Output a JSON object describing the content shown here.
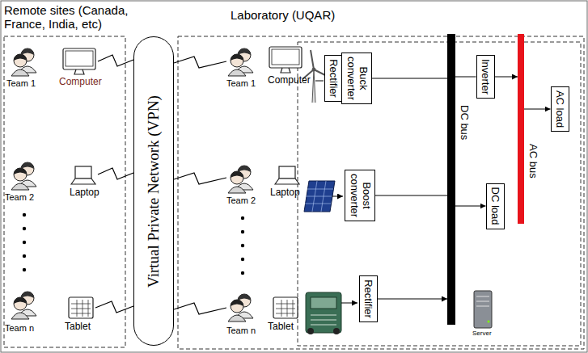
{
  "diagram": {
    "nodes": [
      {
        "text": [
          "Remote sites (Canada, France, India, etc)"
        ]
      },
      {
        "text": [
          "Laboratory (UQAR)"
        ]
      },
      {
        "text": [
          "Virtual Private Network (VPN)"
        ]
      },
      {
        "text": [
          "Rectifier"
        ],
        "in": 1
      },
      {
        "text": [
          "Buck converter"
        ],
        "in": 1
      },
      {
        "text": [
          "DC bus"
        ],
        "in": 1
      },
      {
        "text": [
          "Inverter"
        ],
        "in": 1
      },
      {
        "text": [
          "AC bus"
        ],
        "in": 1
      },
      {
        "text": [
          "AC load"
        ],
        "in": 1
      },
      {
        "text": [
          "Boost converter"
        ],
        "in": 1
      },
      {
        "text": [
          "DC load"
        ],
        "in": 1
      },
      {
        "text": [
          "Rectifier"
        ],
        "in": 1
      }
    ],
    "edges": [
      {
        "from": 4,
        "to": 5,
        "arrow": "none"
      },
      {
        "from": 5,
        "to": 6,
        "arrow": "none"
      },
      {
        "from": 6,
        "to": 7,
        "arrow": "to"
      },
      {
        "from": 7,
        "to": 8,
        "arrow": "to"
      },
      {
        "from": 9,
        "to": 5,
        "arrow": "none"
      },
      {
        "from": 5,
        "to": 10,
        "arrow": "to"
      },
      {
        "from": 11,
        "to": 5,
        "arrow": "to"
      }
    ],
    "labels": [
      "Team 1",
      "Computer",
      "Team 2",
      "Laptop",
      "Team n",
      "Tablet",
      "Team 1",
      "Computer",
      "Team 2",
      "Laptop",
      "Team n",
      "Tablet",
      "Server"
    ]
  }
}
